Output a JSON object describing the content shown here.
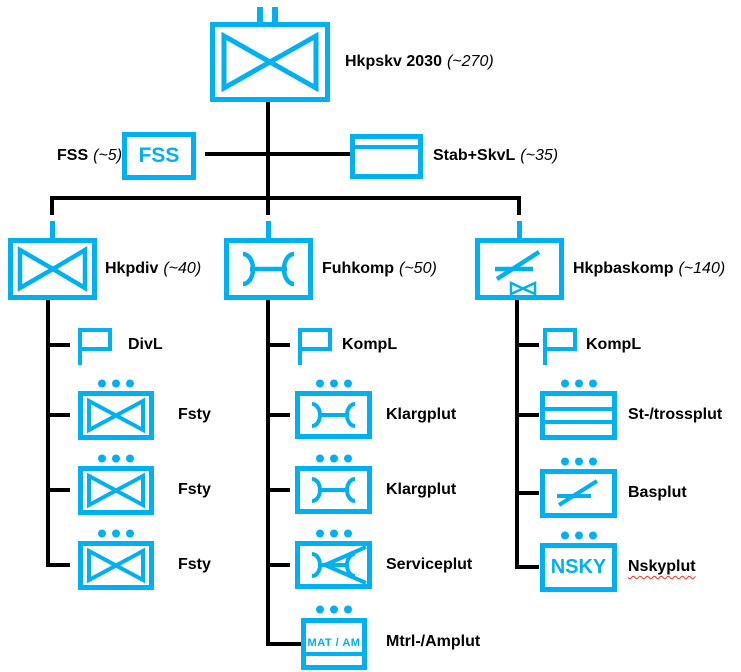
{
  "diagram": {
    "accent_color": "#00B0F0",
    "line_color": "#000000",
    "spellcheck_color": "#ff2a1a",
    "root": {
      "name": "Hkpskv 2030",
      "count": "(~270)",
      "symbol": "bowtie-unit",
      "echelon": "squadron-two-bars"
    },
    "staff_row": {
      "fss": {
        "label": "FSS",
        "count": "(~5)",
        "box_text": "FSS"
      },
      "stab": {
        "label": "Stab+SkvL",
        "count": "(~35)",
        "symbol": "staff-band-box"
      }
    },
    "columns": [
      {
        "header": {
          "name": "Hkpdiv",
          "count": "(~40)",
          "symbol": "bowtie-unit",
          "echelon": "company-one-bar"
        },
        "children": [
          {
            "label": "DivL",
            "symbol": "flag"
          },
          {
            "label": "Fsty",
            "symbol": "bowtie-unit",
            "echelon": "platoon-three-dots"
          },
          {
            "label": "Fsty",
            "symbol": "bowtie-unit",
            "echelon": "platoon-three-dots"
          },
          {
            "label": "Fsty",
            "symbol": "bowtie-unit",
            "echelon": "platoon-three-dots"
          }
        ]
      },
      {
        "header": {
          "name": "Fuhkomp",
          "count": "(~50)",
          "symbol": "maintenance-wrench",
          "echelon": "company-one-bar"
        },
        "children": [
          {
            "label": "KompL",
            "symbol": "flag"
          },
          {
            "label": "Klargplut",
            "symbol": "maintenance-wrench",
            "echelon": "platoon-three-dots"
          },
          {
            "label": "Klargplut",
            "symbol": "maintenance-wrench",
            "echelon": "platoon-three-dots"
          },
          {
            "label": "Serviceplut",
            "symbol": "maintenance-wrench-service",
            "echelon": "platoon-three-dots"
          },
          {
            "label": "Mtrl-/Amplut",
            "symbol": "materiel-ammo-box",
            "box_text": "MAT / AM",
            "echelon": "platoon-three-dots"
          }
        ]
      },
      {
        "header": {
          "name": "Hkpbaskomp",
          "count": "(~140)",
          "symbol": "airbase-with-bowtie",
          "echelon": "company-one-bar"
        },
        "children": [
          {
            "label": "KompL",
            "symbol": "flag"
          },
          {
            "label": "St-/trossplut",
            "symbol": "three-band-box",
            "echelon": "platoon-three-dots"
          },
          {
            "label": "Basplut",
            "symbol": "airbase",
            "echelon": "platoon-three-dots"
          },
          {
            "label": "Nskyplut",
            "symbol": "text-box",
            "box_text": "NSKY",
            "echelon": "platoon-three-dots",
            "underline": "red-wavy"
          }
        ]
      }
    ]
  }
}
